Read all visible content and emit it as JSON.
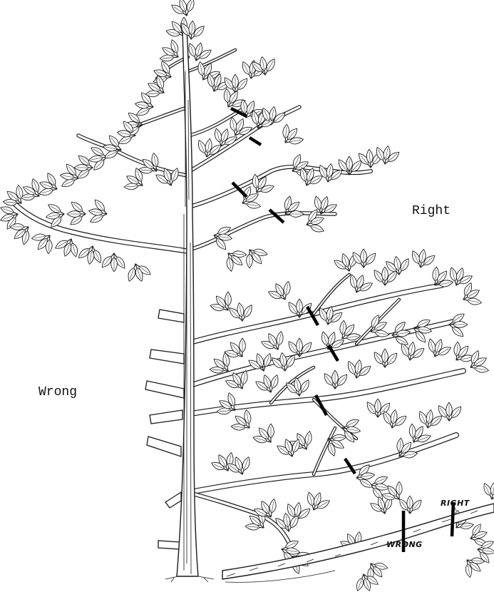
{
  "labels": {
    "right_main": "Right",
    "wrong_main": "Wrong",
    "right_inset": "RIGHT",
    "wrong_inset": "WRONG"
  },
  "colors": {
    "ink": "#1a1a1a",
    "background": "#ffffff"
  }
}
